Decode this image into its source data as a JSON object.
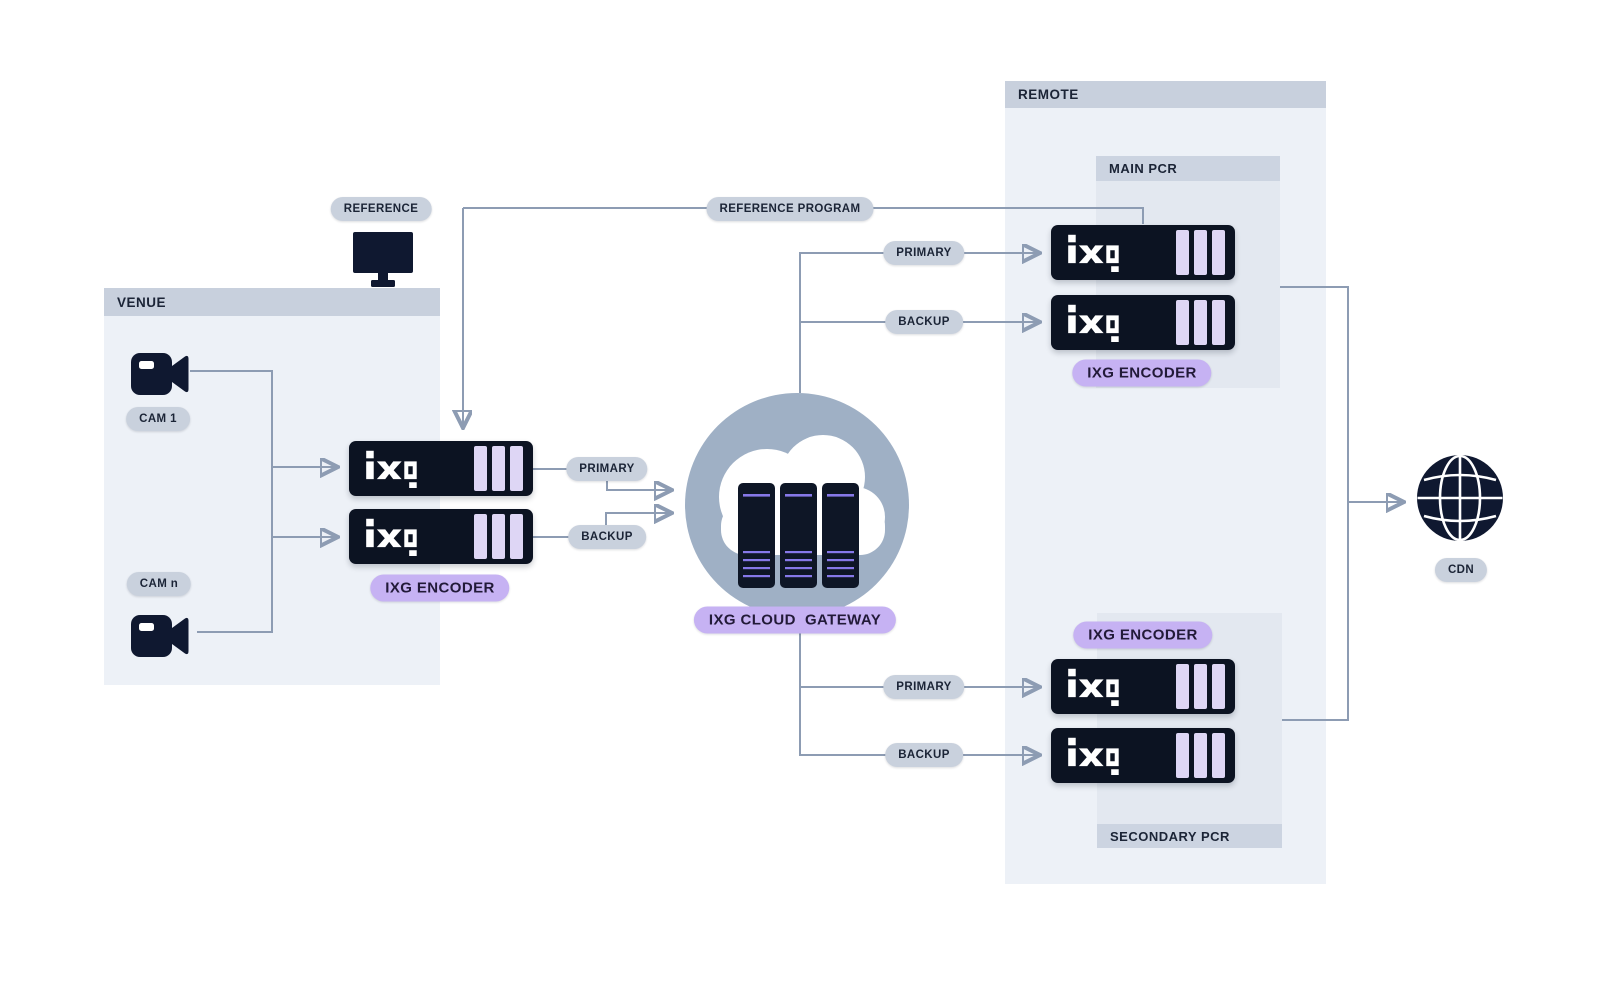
{
  "colors": {
    "background": "#ffffff",
    "panel_header": "#c8d0dd",
    "panel_body": "#edf1f7",
    "inner_panel_header": "#ccd4e1",
    "inner_panel_body": "#e3e8f0",
    "pill_bg": "#c9d1dd",
    "pill_text": "#1b2436",
    "accent_purple": "#c6b2f3",
    "device_bg": "#0c1322",
    "device_slot": "#ded6f5",
    "wire": "#8d9cb3",
    "cloud_circle": "#9fb0c5",
    "icon_dark": "#0f1830",
    "server_stripe": "#8678e8"
  },
  "panels": {
    "venue": "VENUE",
    "remote": "REMOTE",
    "main_pcr": "MAIN PCR",
    "secondary_pcr": "SECONDARY PCR"
  },
  "nodes": {
    "reference_label": "REFERENCE",
    "cam_1": "CAM 1",
    "cam_n": "CAM n",
    "encoder_label": "IXG ENCODER",
    "gateway_label": "IXG CLOUD  GATEWAY",
    "cdn_label": "CDN",
    "device_logo": "ixg"
  },
  "connections": {
    "reference_program": "REFERENCE PROGRAM",
    "venue_primary": "PRIMARY",
    "venue_backup": "BACKUP",
    "main_primary": "PRIMARY",
    "main_backup": "BACKUP",
    "secondary_primary": "PRIMARY",
    "secondary_backup": "BACKUP"
  }
}
